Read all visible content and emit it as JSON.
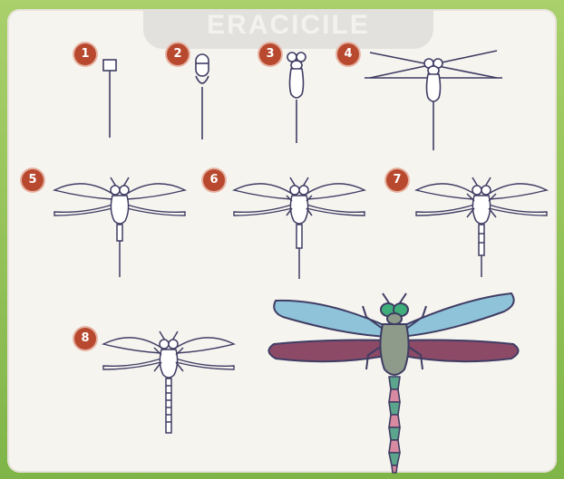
{
  "header": {
    "ghost_text": "ERACICILE"
  },
  "steps": [
    {
      "number": "1"
    },
    {
      "number": "2"
    },
    {
      "number": "3"
    },
    {
      "number": "4"
    },
    {
      "number": "5"
    },
    {
      "number": "6"
    },
    {
      "number": "7"
    },
    {
      "number": "8"
    }
  ],
  "colors": {
    "outline": "#3f3d63",
    "badge": "#b8492f",
    "wing_upper": "#8fc3d9",
    "wing_lower": "#8c4a67",
    "thorax": "#8e9a8a",
    "abdomen_green": "#5aa58b",
    "abdomen_pink": "#d88aa1",
    "eye": "#3fae7b"
  }
}
